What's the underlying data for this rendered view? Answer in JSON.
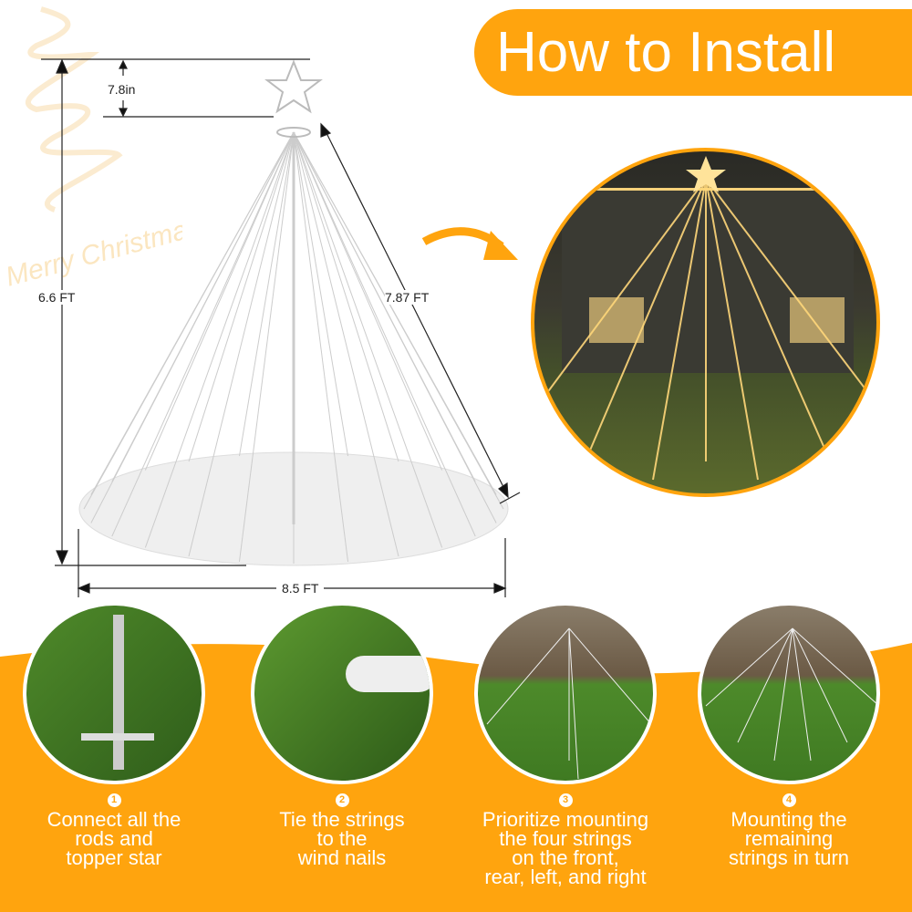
{
  "header": {
    "title": "How to Install"
  },
  "watermark": {
    "text": "Merry Christmas"
  },
  "dimensions": {
    "star_height": "7.8in",
    "total_height": "6.6 FT",
    "string_length": "7.87 FT",
    "base_diameter": "8.5 FT"
  },
  "colors": {
    "accent": "#FFA40E"
  },
  "steps": [
    {
      "number": "1",
      "lines": [
        "Connect all the",
        "rods and",
        "topper star"
      ]
    },
    {
      "number": "2",
      "lines": [
        "Tie the strings",
        "to the",
        "wind nails"
      ]
    },
    {
      "number": "3",
      "lines": [
        "Prioritize mounting",
        "the four strings",
        "on the front,",
        "rear, left, and right"
      ]
    },
    {
      "number": "4",
      "lines": [
        "Mounting the",
        "remaining",
        "strings in turn"
      ]
    }
  ]
}
